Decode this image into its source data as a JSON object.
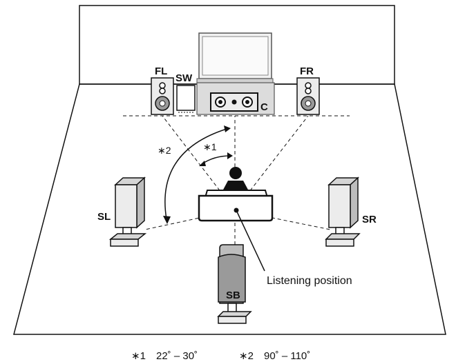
{
  "speakers": {
    "front_left": "FL",
    "subwoofer": "SW",
    "front_right": "FR",
    "center": "C",
    "surround_left": "SL",
    "surround_right": "SR",
    "surround_back": "SB"
  },
  "listening_position_label": "Listening position",
  "angle_markers": {
    "marker1": "∗1",
    "marker2": "∗2"
  },
  "footnotes": [
    {
      "marker": "∗1",
      "range": "22˚ – 30˚"
    },
    {
      "marker": "∗2",
      "range": "90˚ – 110˚"
    }
  ],
  "colors": {
    "line": "#111111",
    "speaker_fill": "#e6e6e6",
    "speaker_dark": "#9a9a9a",
    "tv_fill": "#d9d9d9"
  }
}
